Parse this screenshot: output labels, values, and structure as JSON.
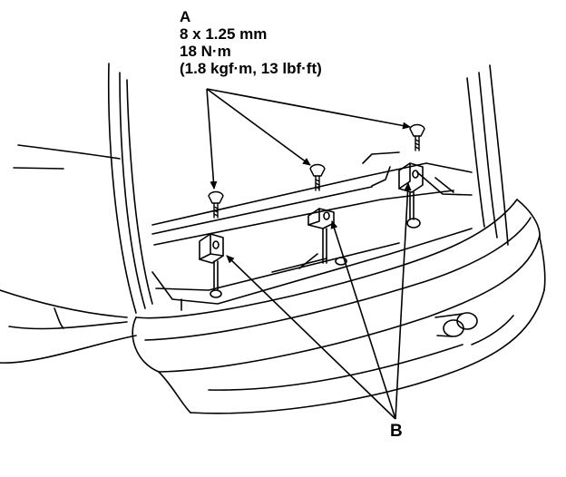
{
  "callouts": {
    "a": {
      "letter": "A",
      "bolt_size": "8 x 1.25 mm",
      "torque_nm": "18 N·m",
      "torque_alt": "(1.8 kgf·m, 13 lbf·ft)"
    },
    "b": {
      "letter": "B"
    }
  },
  "colors": {
    "line": "#000000",
    "background": "#ffffff"
  }
}
